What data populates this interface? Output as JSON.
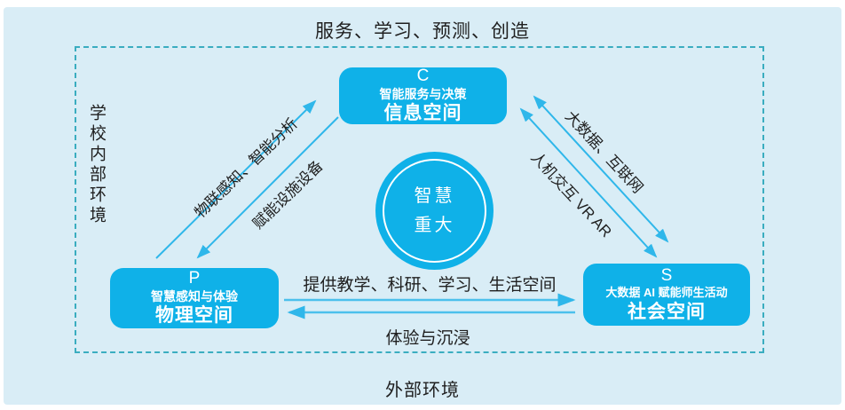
{
  "colors": {
    "panel_background": "#d9edf6",
    "node_fill": "#0fb1e8",
    "arrow": "#2fb7ea",
    "dashed_border": "#3aadc0",
    "label_text": "#1f1f1f",
    "node_text": "#ffffff"
  },
  "environment": {
    "top_label": "服务、学习、预测、创造",
    "bottom_label": "外部环境",
    "left_label": "学校内部环境"
  },
  "nodes": {
    "info": {
      "letter": "C",
      "subtitle": "智能服务与决策",
      "title": "信息空间"
    },
    "physical": {
      "letter": "P",
      "subtitle": "智慧感知与体验",
      "title": "物理空间"
    },
    "social": {
      "letter": "S",
      "subtitle": "大数据 AI 赋能师生活动",
      "title": "社会空间"
    },
    "center": {
      "line1": "智慧",
      "line2": "重大"
    }
  },
  "edges": {
    "left_up_label": "物联感知、智能分析",
    "left_down_label": "赋能设施设备",
    "right_up_label": "大数据、互联网",
    "right_down_label": "人机交互 VR AR",
    "bottom_top_label": "提供教学、科研、学习、生活空间",
    "bottom_bottom_label": "体验与沉浸"
  }
}
